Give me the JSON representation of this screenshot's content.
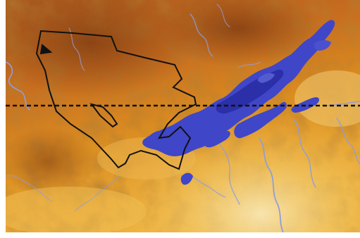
{
  "map": {
    "type": "false-color satellite imagery",
    "colors": {
      "terrain_dark": "#9c4a12",
      "terrain_mid": "#d67a1c",
      "terrain_light": "#f2b23a",
      "terrain_pale": "#fbe6a0",
      "water": "#3f46c8",
      "water_deep": "#2b2fa8",
      "rivers": "#8f9fd8",
      "boundary": "#111111",
      "reference_line": "#111111"
    },
    "features": [
      "terrain",
      "flood-water",
      "river-channels",
      "region-boundary",
      "dashed-reference-line"
    ]
  }
}
